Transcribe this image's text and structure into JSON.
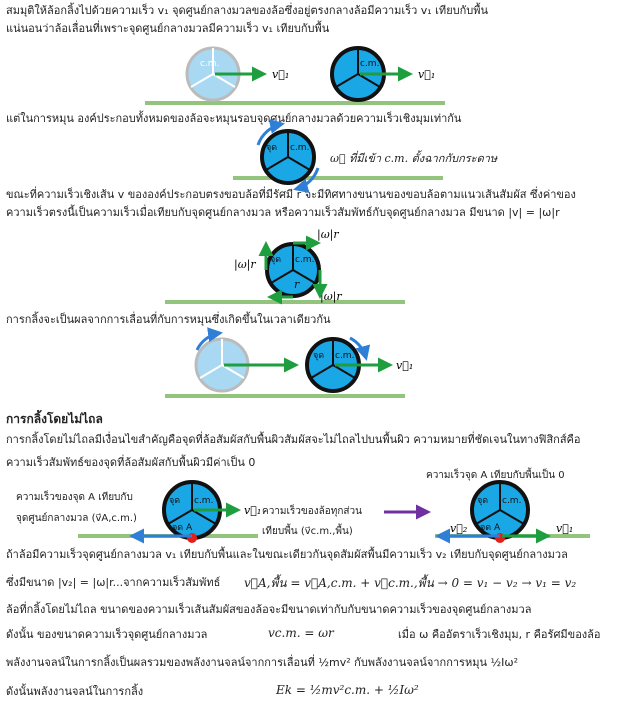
{
  "p1": {
    "line1": "สมมุติให้ล้อกลิ้งไปด้วยความเร็ว v₁ จุดศูนย์กลางมวลของล้อซึ่งอยู่ตรงกลางล้อมีความเร็ว v₁ เทียบกับพื้น",
    "line2": "แน่นอนว่าล้อเลื่อนที่เพราะจุดศูนย์กลางมวลมีความเร็ว v₁ เทียบกับพื้น"
  },
  "p2": "แต่ในการหมุน องค์ประกอบทั้งหมดของล้อจะหมุนรอบจุดศูนย์กลางมวลด้วยความเร็วเชิงมุมเท่ากัน",
  "p3": {
    "line1": "ขณะที่ความเร็วเชิงเส้น v ขององค์ประกอบตรงขอบล้อที่มีรัศมี r จะมีทิศทางขนานของขอบล้อตามแนวเส้นสัมผัส ซึ่งค่าของ",
    "line2": "ความเร็วตรงนี้เป็นความเร็วเมื่อเทียบกับจุดศูนย์กลางมวล หรือความเร็วสัมพัทธ์กับจุดศูนย์กลางมวล มีขนาด |v| = |ω|r"
  },
  "p4": "การกลิ้งจะเป็นผลจากการเลื่อนที่กับการหมุนซึ่งเกิดขึ้นในเวลาเดียวกัน",
  "heading": "การกลิ้งโดยไม่ไถล",
  "p5": {
    "line1": "การกลิ้งโดยไม่ไถลมีเงื่อนไขสำคัญคือจุดที่ล้อสัมผัสกับพื้นผิวสัมผัสจะไม่ไถลไปบนพื้นผิว ความหมายที่ชัดเจนในทางฟิสิกส์คือ",
    "line2": "ความเร็วสัมพัทธ์ของจุดที่ล้อสัมผัสกับพื้นผิวมีค่าเป็น 0"
  },
  "diagram": {
    "cm": "c.m.",
    "jut": "จุด",
    "jut_a": "จุด A",
    "v1": "v⃗₁",
    "v2": "v⃗₂",
    "omega_note": "ω⃗ ที่มีเข้า c.m. ตั้งฉากกับกระดาษ",
    "omega_r": "|ω|r",
    "r": "r",
    "label_a_line1": "ความเร็วของจุด A เทียบกับ",
    "label_a_line2": "จุดศูนย์กลางมวล (v⃗A,c.m.)",
    "label_all_line1": "ความเร็วของล้อทุกส่วน",
    "label_all_line2": "เทียบพื้น (v⃗c.m.,พื้น)",
    "label_zero": "ความเร็วจุด A เทียบกับพื้นเป็น 0"
  },
  "p6": "ถ้าล้อมีความเร็วจุดศูนย์กลางมวล v₁ เทียบกับพื้นและในขณะเดียวกันจุดสัมผัสพื้นมีความเร็ว v₂ เทียบกับจุดศูนย์กลางมวล",
  "p7": {
    "text": "ซึ่งมีขนาด |v₂| = |ω|r...จากความเร็วสัมพัทธ์",
    "eq": "v⃗A,พื้น = v⃗A,c.m. + v⃗c.m.,พื้น → 0 = v₁ − v₂ → v₁ = v₂"
  },
  "p8": "ล้อที่กลิ้งโดยไม่ไถล ขนาดของความเร็วเส้นสัมผัสของล้อจะมีขนาดเท่ากับกับขนาดความเร็วของจุดศูนย์กลางมวล",
  "p9": {
    "text": "ดังนั้น ของขนาดความเร็วจุดศูนย์กลางมวล",
    "eq": "vc.m. = ωr",
    "note": "เมื่อ ω คืออัตราเร็วเชิงมุม, r คือรัศมีของล้อ"
  },
  "p10": "พลังงานจลน์ในการกลิ้งเป็นผลรวมของพลังงานจลน์จากการเลื่อนที่ ½mv² กับพลังงานจลน์จากการหมุน ½Iω²",
  "p11": {
    "text": "ดังนั้นพลังงานจลน์ในการกลิ้ง",
    "eq": "Ek = ½mv²c.m. + ½Iω²"
  },
  "colors": {
    "wheel_blue": "#1aa7e6",
    "wheel_light": "#a9d9f2",
    "arrow_green": "#1e9e3e",
    "ground": "#93c47d",
    "arrow_blue": "#2f7fd6",
    "arrow_purple": "#7030a0",
    "dot_red": "#e0201b"
  }
}
